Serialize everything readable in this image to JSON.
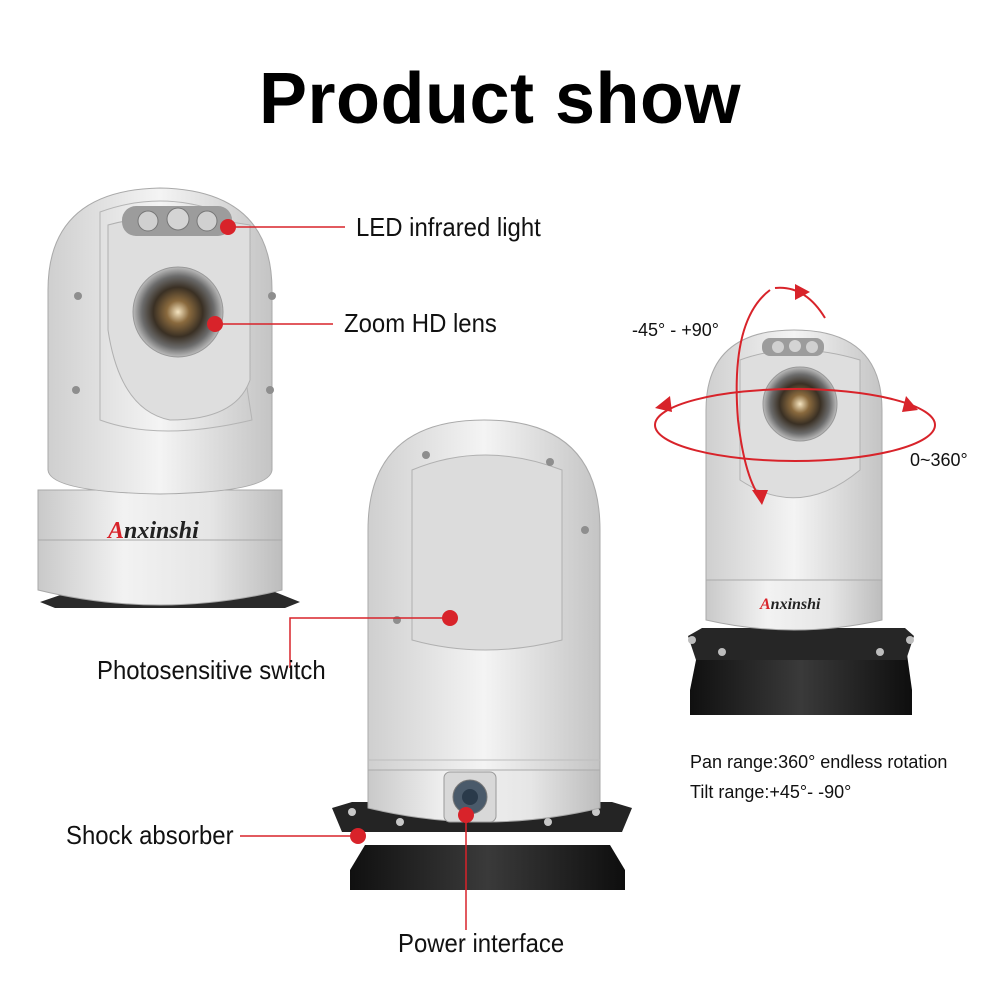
{
  "title": "Product show",
  "brand": {
    "first_letter": "A",
    "rest": "nxinshi",
    "first_color": "#d8232a",
    "rest_color": "#222222"
  },
  "callouts": {
    "led": "LED infrared light",
    "lens": "Zoom HD lens",
    "photo": "Photosensitive switch",
    "shock": "Shock absorber",
    "power": "Power interface"
  },
  "rotation": {
    "tilt_label": "-45° - +90°",
    "pan_label": "0~360°",
    "pan_range": "Pan range:360° endless rotation",
    "tilt_range": "Tilt range:+45°- -90°"
  },
  "colors": {
    "accent": "#d8232a",
    "body": "#e4e4e4",
    "base": "#1c1c1c"
  }
}
